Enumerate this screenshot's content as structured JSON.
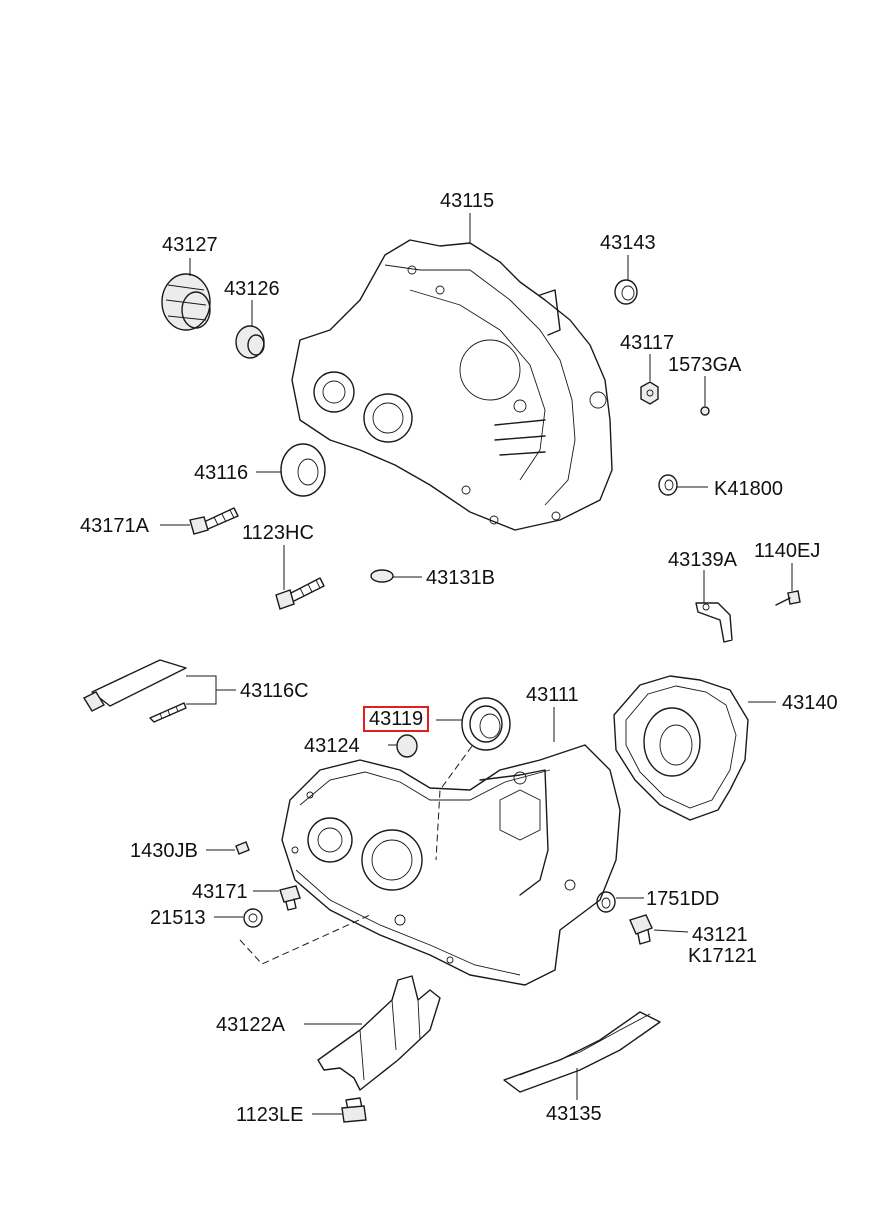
{
  "diagram": {
    "highlight_color": "#e0201c",
    "parts": [
      {
        "id": "43115",
        "label": "43115"
      },
      {
        "id": "43127",
        "label": "43127"
      },
      {
        "id": "43126",
        "label": "43126"
      },
      {
        "id": "43143",
        "label": "43143"
      },
      {
        "id": "43117",
        "label": "43117"
      },
      {
        "id": "1573GA",
        "label": "1573GA"
      },
      {
        "id": "43116",
        "label": "43116"
      },
      {
        "id": "K41800",
        "label": "K41800"
      },
      {
        "id": "43171A",
        "label": "43171A"
      },
      {
        "id": "1123HC",
        "label": "1123HC"
      },
      {
        "id": "43131B",
        "label": "43131B"
      },
      {
        "id": "43139A",
        "label": "43139A"
      },
      {
        "id": "1140EJ",
        "label": "1140EJ"
      },
      {
        "id": "43116C",
        "label": "43116C"
      },
      {
        "id": "43119",
        "label": "43119",
        "highlighted": true
      },
      {
        "id": "43111",
        "label": "43111"
      },
      {
        "id": "43140",
        "label": "43140"
      },
      {
        "id": "43124",
        "label": "43124"
      },
      {
        "id": "1430JB",
        "label": "1430JB"
      },
      {
        "id": "43171",
        "label": "43171"
      },
      {
        "id": "21513",
        "label": "21513"
      },
      {
        "id": "1751DD",
        "label": "1751DD"
      },
      {
        "id": "43121",
        "label": "43121"
      },
      {
        "id": "K17121",
        "label": "K17121"
      },
      {
        "id": "43122A",
        "label": "43122A"
      },
      {
        "id": "1123LE",
        "label": "1123LE"
      },
      {
        "id": "43135",
        "label": "43135"
      }
    ]
  }
}
